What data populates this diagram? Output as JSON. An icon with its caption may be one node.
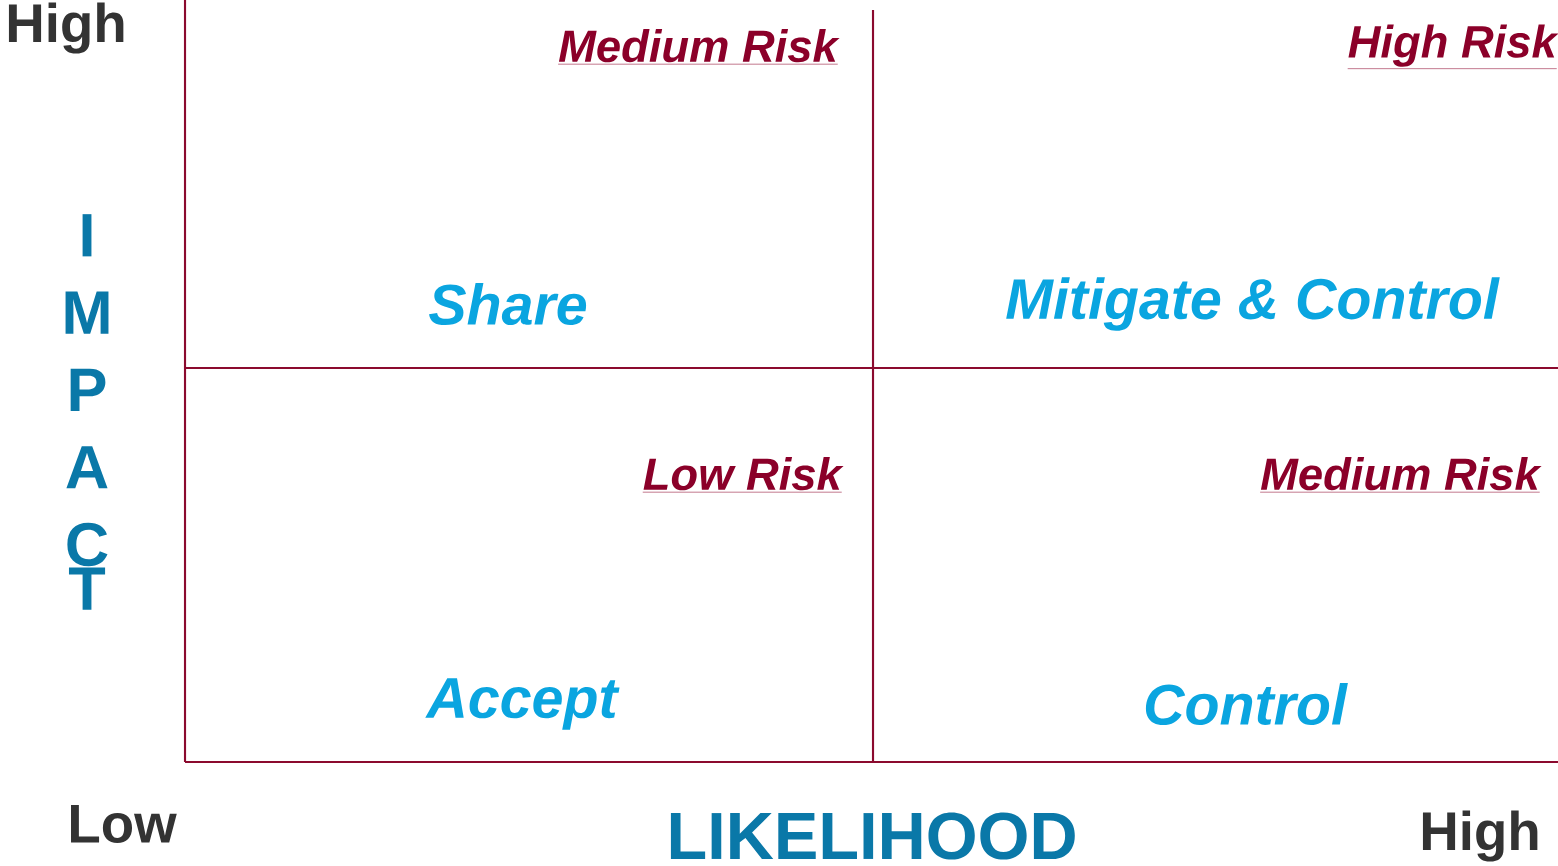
{
  "diagram": {
    "labels": [
      "High",
      "Medium Risk",
      "High Risk",
      "IMPACT",
      "Share",
      "Mitigate & Control",
      "Low Risk",
      "Medium Risk",
      "Accept",
      "Control",
      "Low",
      "LIKELIHOOD",
      "High"
    ]
  }
}
